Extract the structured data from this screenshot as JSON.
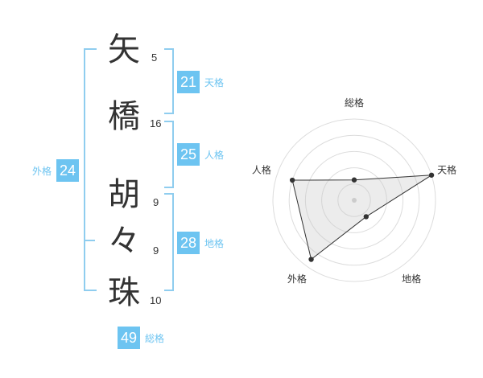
{
  "name": {
    "chars": [
      {
        "char": "矢",
        "strokes": "5"
      },
      {
        "char": "橋",
        "strokes": "16"
      },
      {
        "char": "胡",
        "strokes": "9"
      },
      {
        "char": "々",
        "strokes": "9"
      },
      {
        "char": "珠",
        "strokes": "10"
      }
    ]
  },
  "kaku": {
    "tenkaku": {
      "value": "21",
      "label": "天格"
    },
    "jinkaku": {
      "value": "25",
      "label": "人格"
    },
    "chikaku": {
      "value": "28",
      "label": "地格"
    },
    "gaikaku": {
      "value": "24",
      "label": "外格"
    },
    "soukaku": {
      "value": "49",
      "label": "総格"
    }
  },
  "colors": {
    "accent": "#6dc4f1",
    "bracket": "#8fcdef"
  },
  "chart_data": {
    "type": "radar",
    "axes": [
      "総格",
      "天格",
      "地格",
      "外格",
      "人格"
    ],
    "values": [
      0.25,
      1.0,
      0.25,
      0.9,
      0.8
    ],
    "rmax": 1.0,
    "rings": 5
  }
}
